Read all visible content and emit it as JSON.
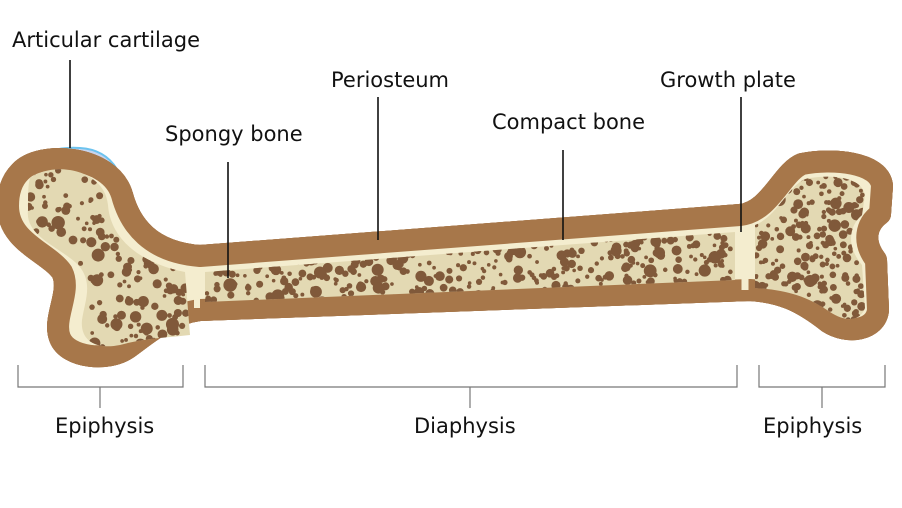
{
  "labels": {
    "articular_cartilage": "Articular cartilage",
    "periosteum": "Periosteum",
    "growth_plate": "Growth plate",
    "spongy_bone": "Spongy bone",
    "compact_bone": "Compact bone"
  },
  "regions": {
    "left_epiphysis": "Epiphysis",
    "diaphysis": "Diaphysis",
    "right_epiphysis": "Epiphysis"
  },
  "colors": {
    "outline": "#a7774a",
    "compact": "#d9d2b6",
    "cream": "#f4edcf",
    "spongy": "#e3d9b3",
    "dots": "#80593a",
    "cartilage": "#c8d4ee",
    "cartilage_edge": "#6cc3ef"
  }
}
